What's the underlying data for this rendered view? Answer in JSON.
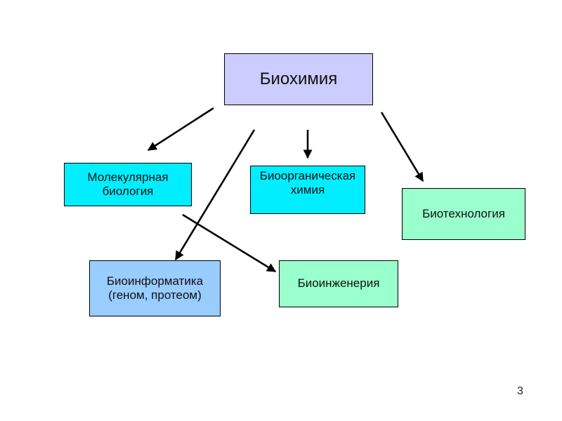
{
  "colors": {
    "root_fill": "#ccccff",
    "cyan_fill": "#00eeff",
    "mint_fill": "#99ffcc",
    "blue_fill": "#99ccff",
    "border": "#000000",
    "arrow": "#000000"
  },
  "nodes": {
    "root": "Биохимия",
    "molecular_biology": "Молекулярная биология",
    "bioorganic_chemistry": "Биоорганическая химия",
    "biotechnology": "Биотехнология",
    "bioinformatics": "Биоинформатика (геном, протеом)",
    "bioengineering": "Биоинженерия"
  },
  "edges": [
    {
      "from": "root",
      "to": "molecular_biology"
    },
    {
      "from": "root",
      "to": "bioinformatics"
    },
    {
      "from": "root",
      "to": "bioorganic_chemistry"
    },
    {
      "from": "root",
      "to": "biotechnology"
    },
    {
      "from": "molecular_biology",
      "to": "bioengineering"
    }
  ],
  "page_number": "3"
}
